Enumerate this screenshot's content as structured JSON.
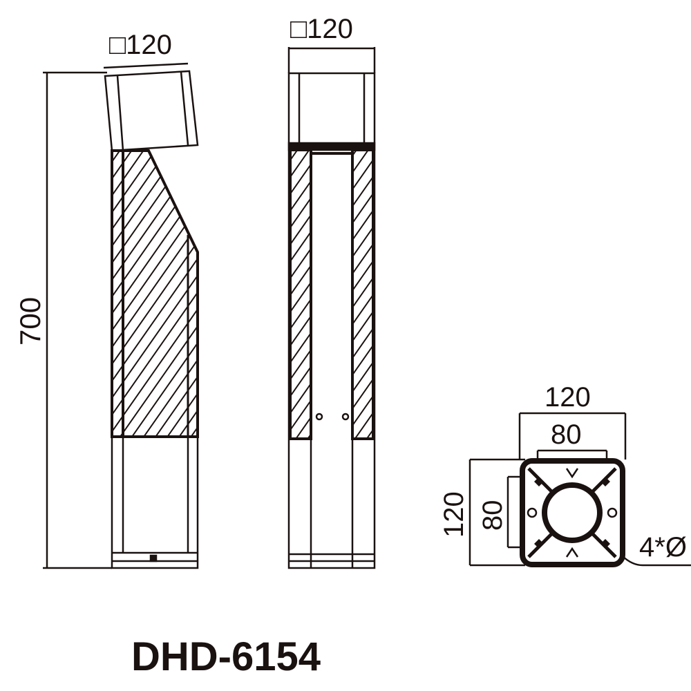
{
  "drawing": {
    "side_view": {
      "width_label": "□120",
      "height_label": "700"
    },
    "front_view": {
      "width_label": "□120"
    },
    "base_view": {
      "outer_width_label": "120",
      "inner_width_label": "80",
      "outer_height_label": "120",
      "inner_height_label": "80",
      "hole_label": "4*Ø"
    },
    "model_number": "DHD-6154",
    "colors": {
      "line": "#1a1210",
      "background": "#ffffff"
    }
  }
}
